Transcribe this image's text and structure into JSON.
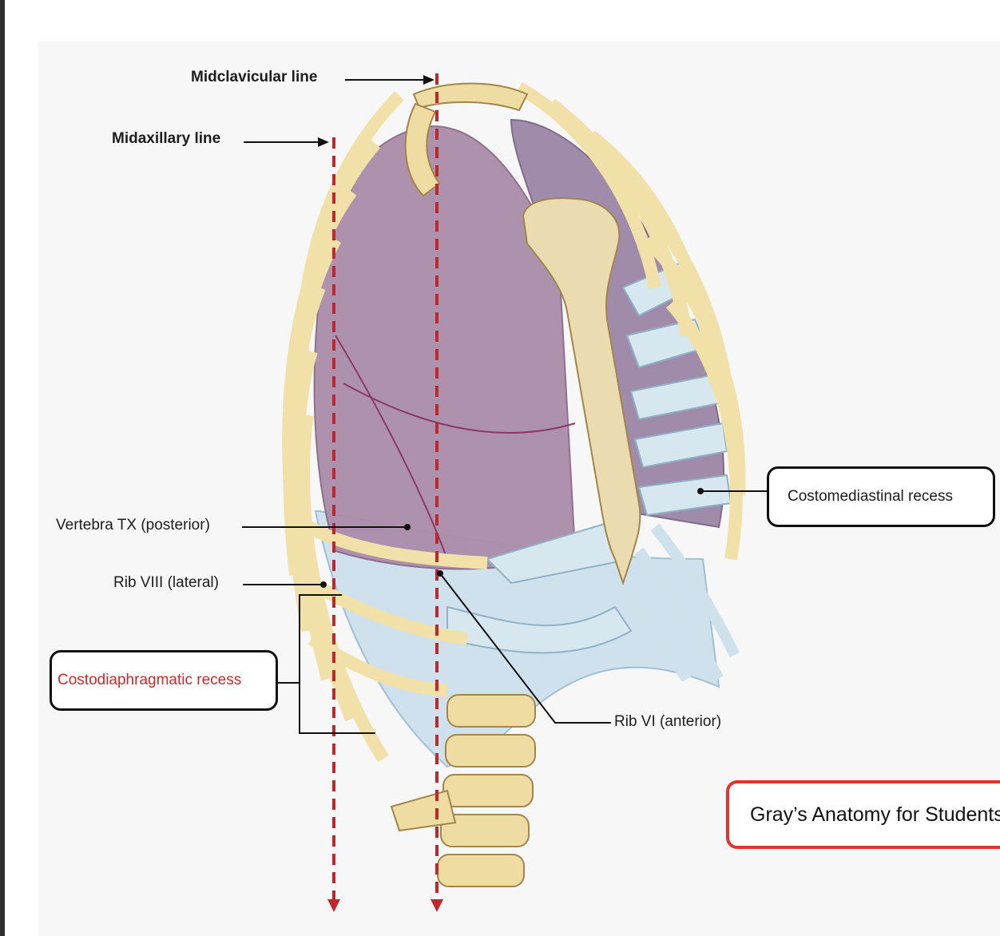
{
  "labels": {
    "midclavicular": "Midclavicular line",
    "midaxillary": "Midaxillary line",
    "vertebra": "Vertebra TX (posterior)",
    "rib_viii": "Rib VIII (lateral)",
    "costodiaphragmatic": "Costodiaphragmatic recess",
    "costomediastinal": "Costomediastinal recess",
    "rib_vi": "Rib VI (anterior)"
  },
  "credit": "Gray’s Anatomy for Students",
  "colors": {
    "guide_line": "#c0272d",
    "callout_highlight_text": "#d0282a",
    "credit_border": "#e0352b",
    "lung": "#a98aa8",
    "bone": "#f1e0a8",
    "cartilage": "#cfe2ec",
    "pleura": "#c9dce9"
  }
}
